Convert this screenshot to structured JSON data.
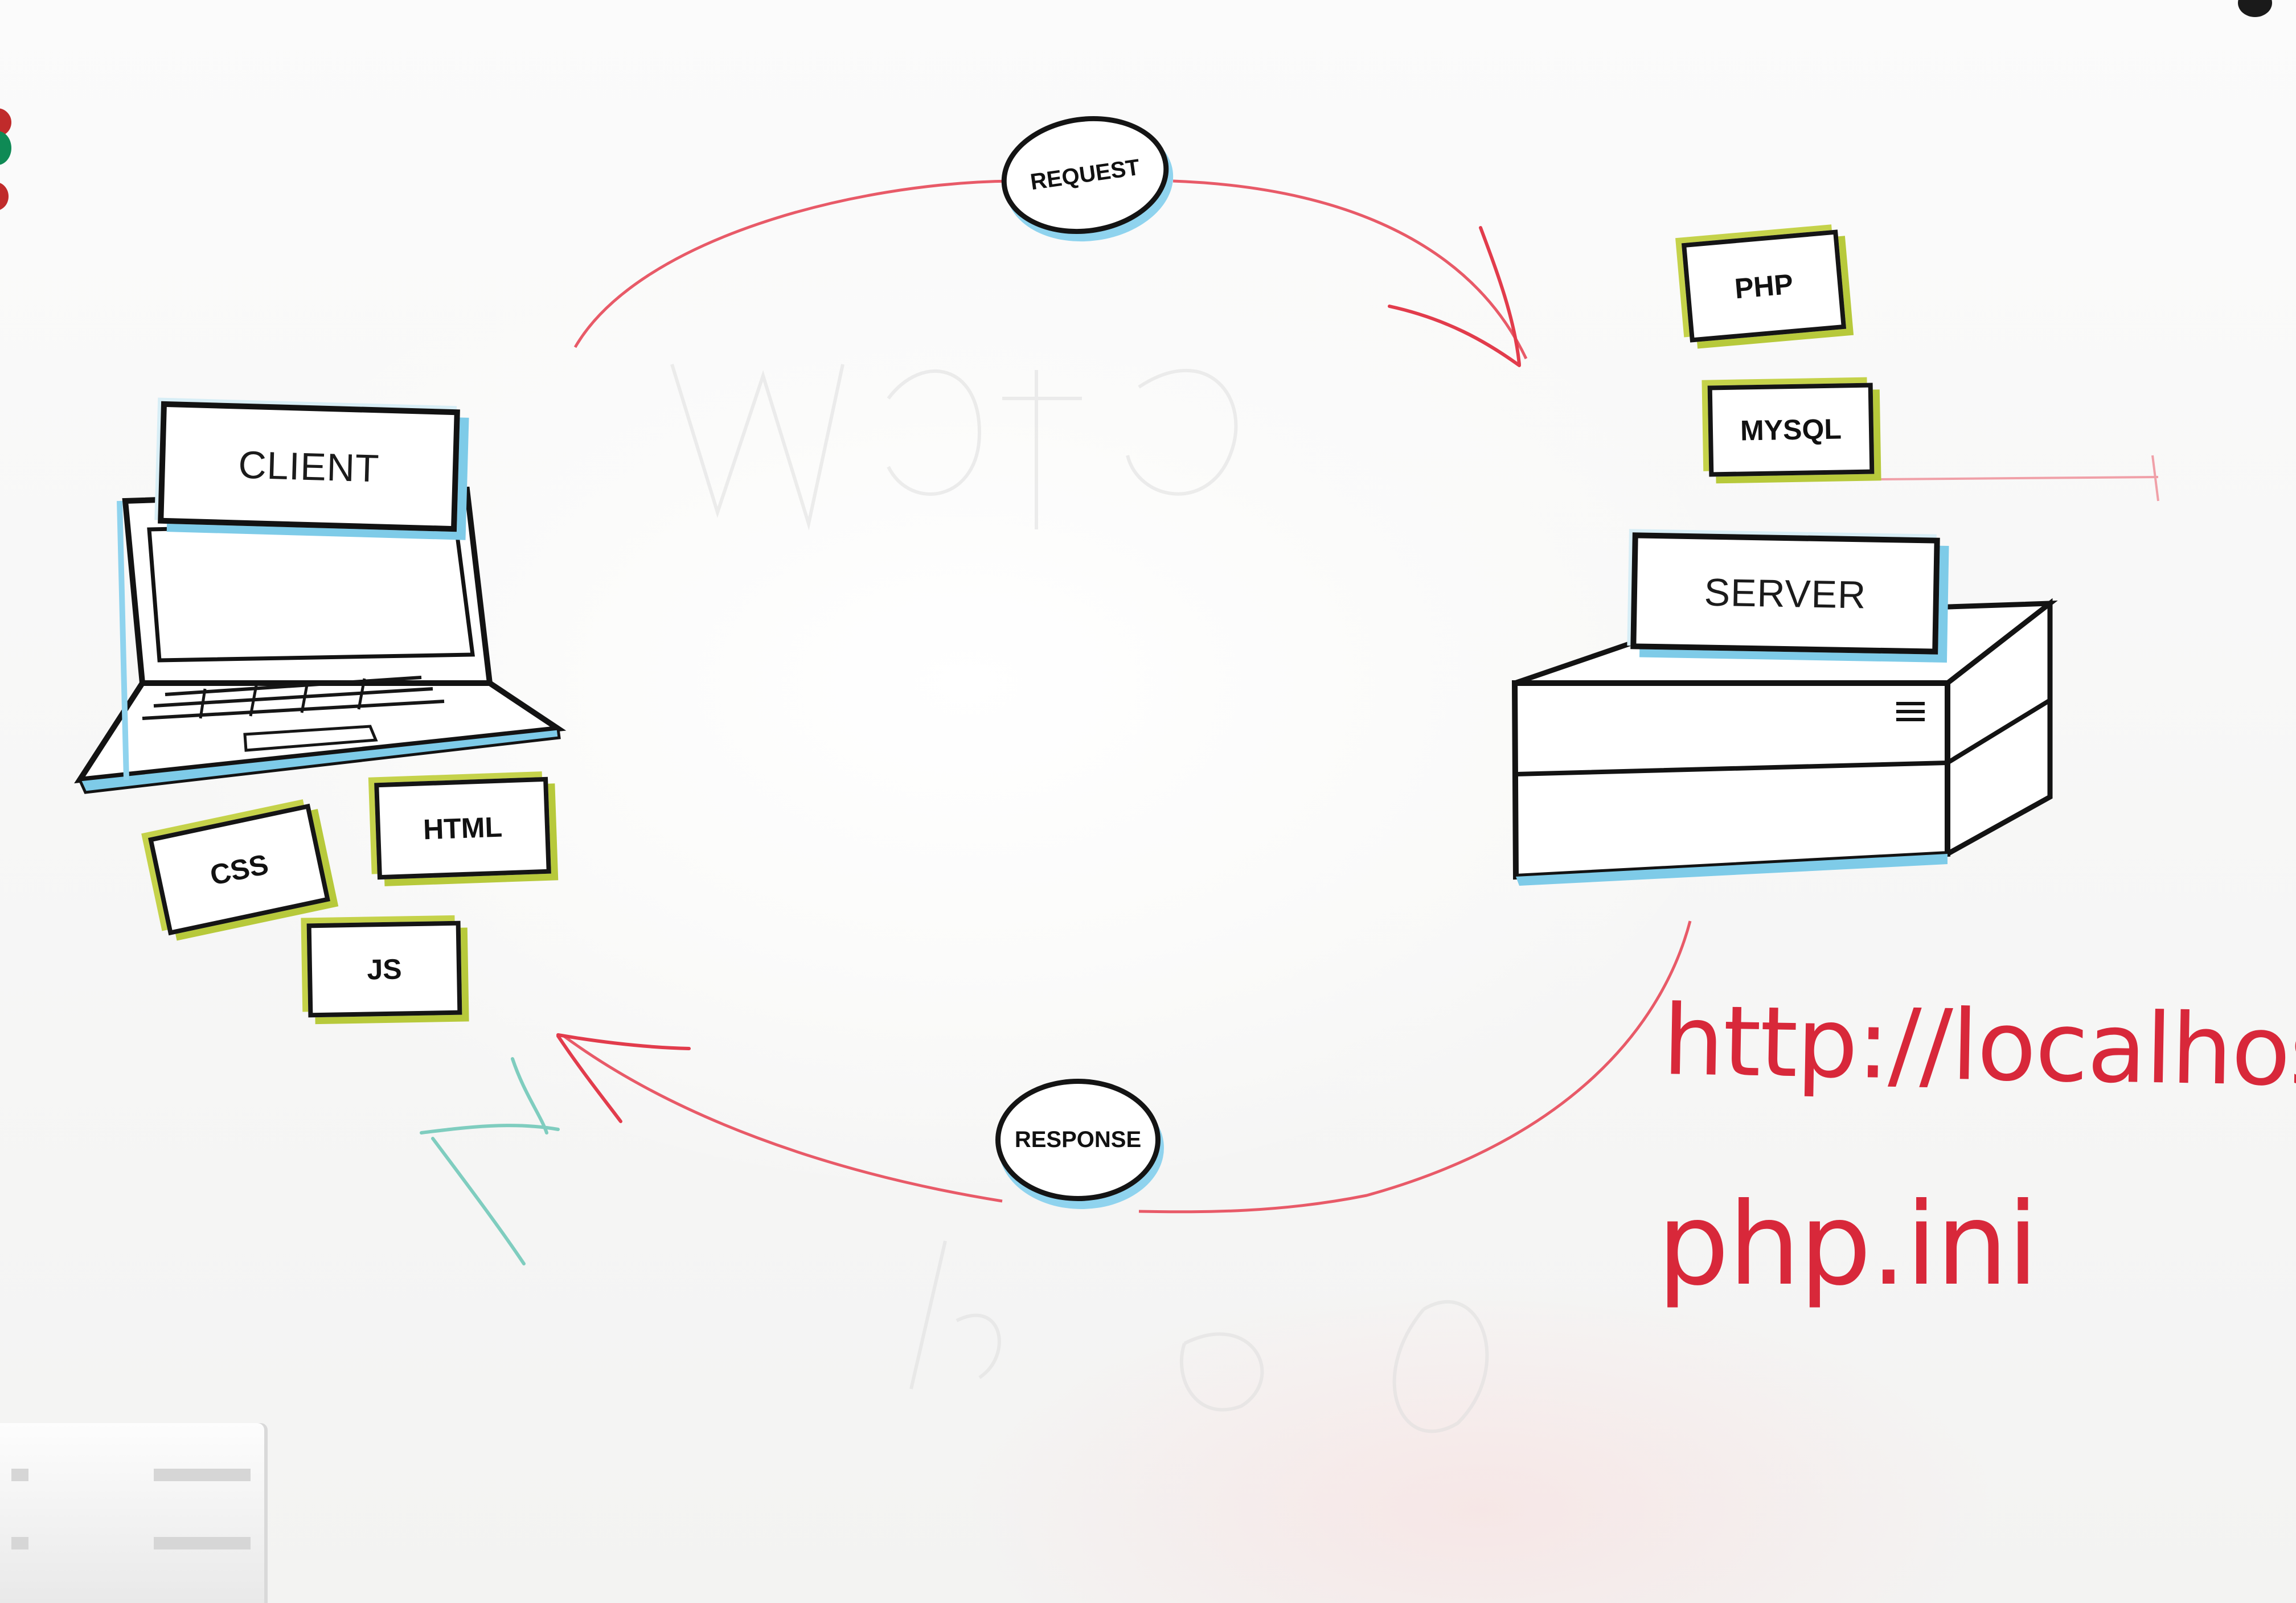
{
  "diagram": {
    "client_label": "CLIENT",
    "server_label": "SERVER",
    "request_label": "REQUEST",
    "response_label": "RESPONSE",
    "client_tags": [
      "CSS",
      "HTML",
      "JS"
    ],
    "server_tags": [
      "PHP",
      "MYSQL"
    ]
  },
  "handwriting": {
    "line1": "http://localhost",
    "line2": "php.ini"
  },
  "colors": {
    "marker_red": "#d8283a",
    "magnet_blue": "#7ecbe8",
    "magnet_green": "#b7c93b"
  },
  "icons": [
    "laptop-icon",
    "server-box-icon"
  ]
}
